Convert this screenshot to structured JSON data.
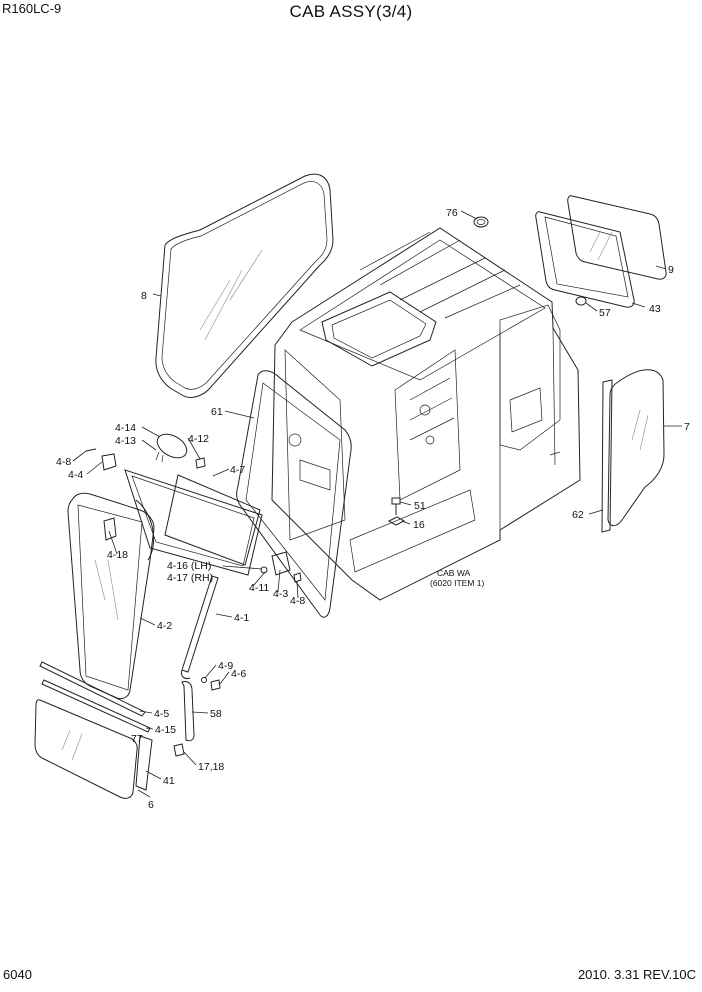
{
  "header": {
    "model": "R160LC-9",
    "title": "CAB ASSY(3/4)"
  },
  "footer": {
    "page_number": "6040",
    "revision": "2010. 3.31  REV.10C"
  },
  "callouts": [
    {
      "id": "c76",
      "text": "76"
    },
    {
      "id": "c9",
      "text": "9"
    },
    {
      "id": "c8",
      "text": "8"
    },
    {
      "id": "c57",
      "text": "57"
    },
    {
      "id": "c43",
      "text": "43"
    },
    {
      "id": "c61",
      "text": "61"
    },
    {
      "id": "c7",
      "text": "7"
    },
    {
      "id": "c4_14",
      "text": "4-14"
    },
    {
      "id": "c4_13",
      "text": "4-13"
    },
    {
      "id": "c4_12",
      "text": "4-12"
    },
    {
      "id": "c4_8a",
      "text": "4-8"
    },
    {
      "id": "c4_4",
      "text": "4-4"
    },
    {
      "id": "c4_7",
      "text": "4-7"
    },
    {
      "id": "c51",
      "text": "51"
    },
    {
      "id": "c16",
      "text": "16"
    },
    {
      "id": "c62",
      "text": "62"
    },
    {
      "id": "c4_18",
      "text": "4-18"
    },
    {
      "id": "c4_16",
      "text": "4-16 (LH)"
    },
    {
      "id": "c4_17",
      "text": "4-17 (RH)"
    },
    {
      "id": "c4_11",
      "text": "4-11"
    },
    {
      "id": "c4_3",
      "text": "4-3"
    },
    {
      "id": "c4_8b",
      "text": "4-8"
    },
    {
      "id": "c4_1",
      "text": "4-1"
    },
    {
      "id": "c4_2",
      "text": "4-2"
    },
    {
      "id": "c4_9",
      "text": "4-9"
    },
    {
      "id": "c4_6",
      "text": "4-6"
    },
    {
      "id": "c4_5",
      "text": "4-5"
    },
    {
      "id": "c58",
      "text": "58"
    },
    {
      "id": "c4_15",
      "text": "4-15"
    },
    {
      "id": "c77",
      "text": "77"
    },
    {
      "id": "c17_18",
      "text": "17,18"
    },
    {
      "id": "c41",
      "text": "41"
    },
    {
      "id": "c6",
      "text": "6"
    }
  ],
  "notes": {
    "cab_ref_line1": "CAB WA",
    "cab_ref_line2": "(6020 ITEM 1)"
  }
}
